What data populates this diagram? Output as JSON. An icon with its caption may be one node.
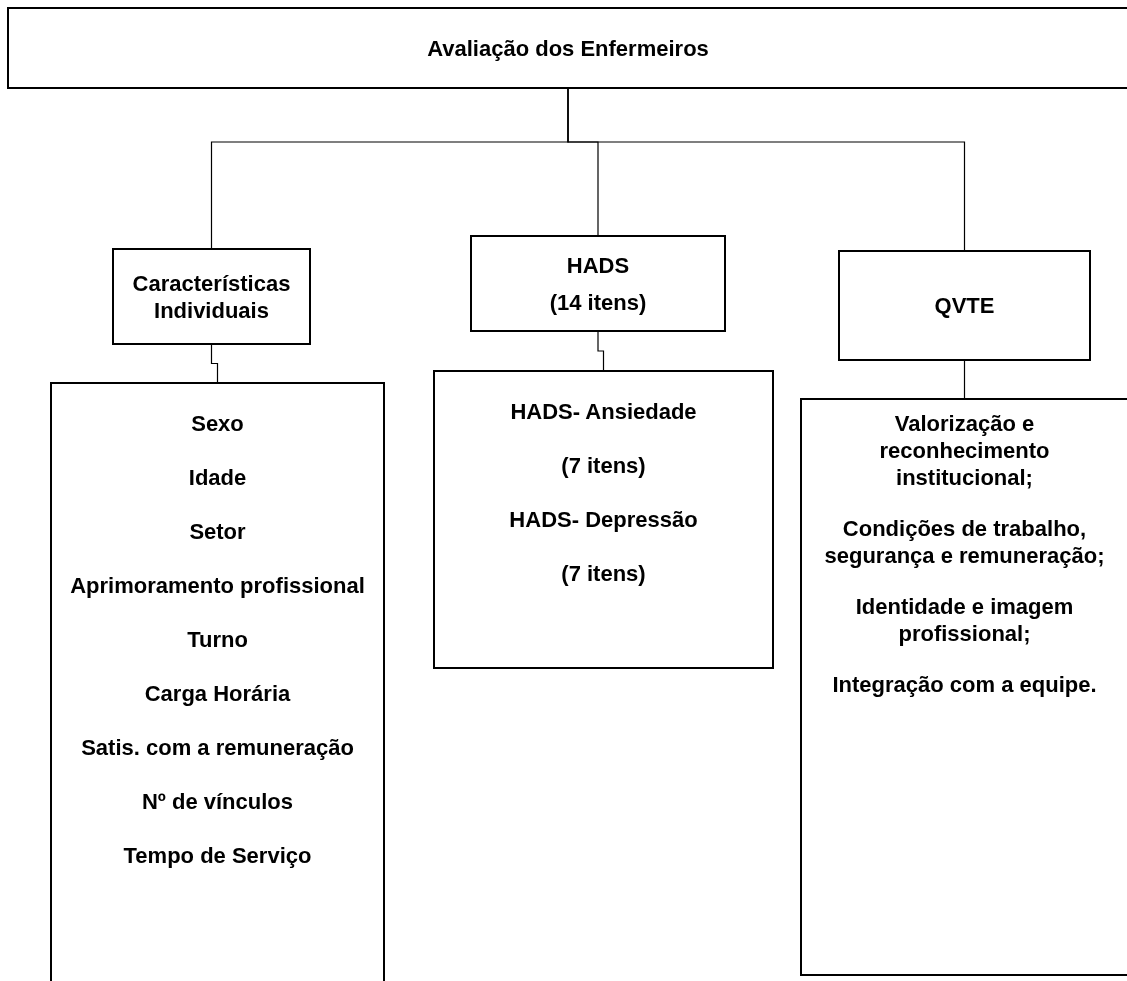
{
  "diagram": {
    "nodes": [
      {
        "text": [
          "Avaliação dos Enfermeiros"
        ]
      },
      {
        "text": [
          "Características Individuais"
        ]
      },
      {
        "text": [
          "HADS",
          "(14 itens)"
        ]
      },
      {
        "text": [
          "QVTE"
        ]
      },
      {
        "text": [
          "Sexo",
          "Idade",
          "Setor",
          "Aprimoramento profissional",
          "Turno",
          "Carga Horária",
          "Satis. com a remuneração",
          "Nº de vínculos",
          "Tempo de Serviço"
        ]
      },
      {
        "text": [
          "HADS- Ansiedade",
          "(7 itens)",
          "HADS- Depressão",
          "(7 itens)"
        ]
      },
      {
        "text": [
          "Valorização e reconhecimento institucional;",
          "Condições de trabalho, segurança e remuneração;",
          "Identidade e imagem profissional;",
          "Integração com a equipe."
        ]
      }
    ],
    "edges": [
      {
        "from": 0,
        "to": 1,
        "arrow": "none"
      },
      {
        "from": 0,
        "to": 2,
        "arrow": "none"
      },
      {
        "from": 0,
        "to": 3,
        "arrow": "none"
      },
      {
        "from": 1,
        "to": 4,
        "arrow": "none"
      },
      {
        "from": 2,
        "to": 5,
        "arrow": "none"
      },
      {
        "from": 3,
        "to": 6,
        "arrow": "none"
      }
    ]
  }
}
